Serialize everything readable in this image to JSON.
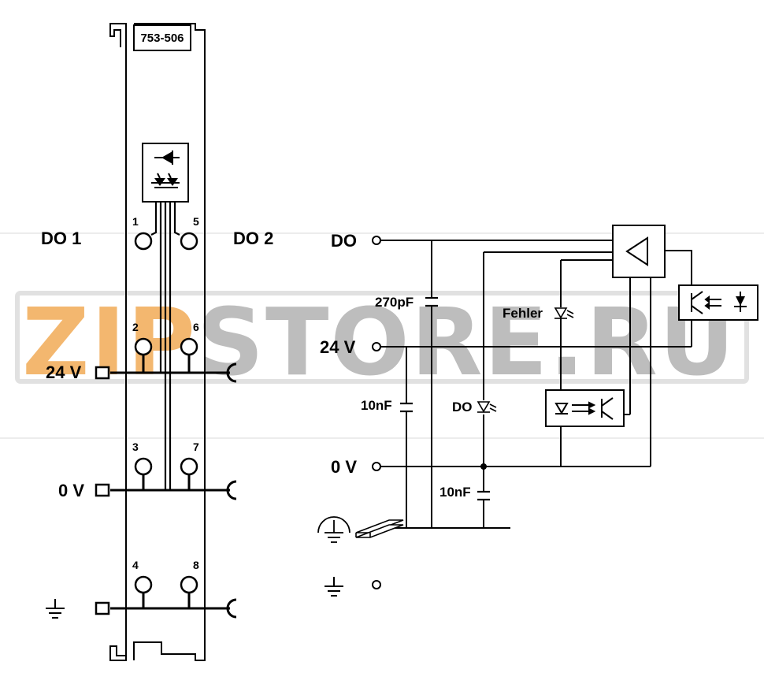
{
  "module": {
    "part_number": "753-506"
  },
  "module_labels": {
    "do1": "DO 1",
    "do2": "DO 2",
    "v24": "24 V",
    "v0": "0 V"
  },
  "pins": [
    "1",
    "5",
    "2",
    "6",
    "3",
    "7",
    "4",
    "8"
  ],
  "schematic": {
    "do": "DO",
    "v24": "24 V",
    "v0": "0 V",
    "cap_270": "270pF",
    "cap_10a": "10nF",
    "cap_10b": "10nF",
    "fehler": "Fehler",
    "do_led": "DO"
  },
  "watermark": {
    "text": "ZIPSTORE.RU",
    "zip": "ZIP",
    "rest": "STORE.RU",
    "zip_color": "#f0a040",
    "rest_color": "#9a9a9a"
  }
}
